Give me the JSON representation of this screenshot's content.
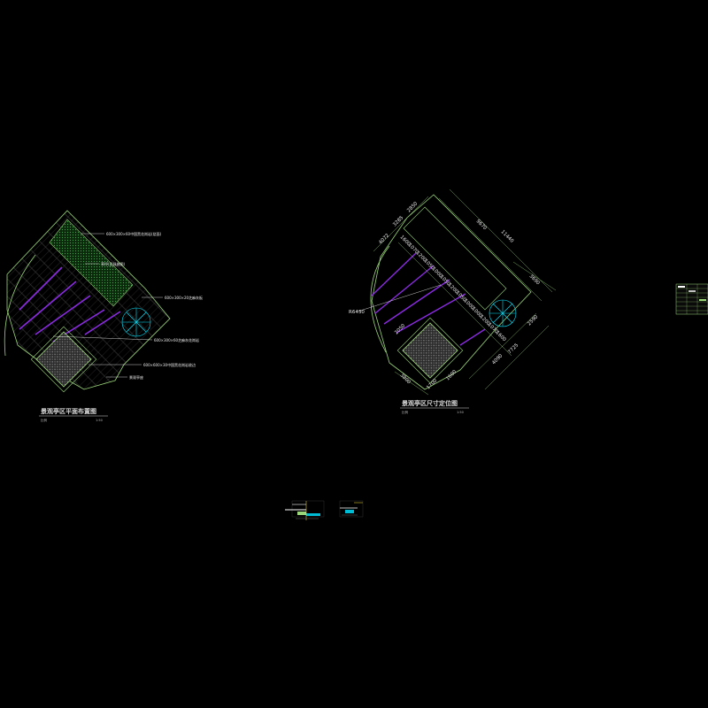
{
  "colors": {
    "background": "#000000",
    "outline": "#9bd67a",
    "leader": "#ffffff",
    "stripe": "#8a2be2",
    "umbrella": "#00e5ff",
    "hatch": "#6f6f6f",
    "grass": "#2e7d32"
  },
  "left_plan": {
    "title": "景观亭区平面布置图",
    "scale_text": "比例",
    "scale_value": "1:50",
    "notes": [
      "600×300×60中国黑花岗岩(烧面)",
      "草坪(见绿施图)",
      "600×300×20芝麻灰板",
      "600×300×60芝麻灰花岗岩",
      "600×600×30中国黑花岗岩收边",
      "景观亭座"
    ]
  },
  "right_plan": {
    "title": "景观亭区尺寸定位图",
    "scale_text": "比例",
    "scale_value": "1:50",
    "dims_top": [
      "4072",
      "3285",
      "2850"
    ],
    "dims_right": [
      "9670",
      "11440",
      "3690",
      "2590"
    ],
    "dims_right_lower": [
      "4090",
      "7725"
    ],
    "radius": "R6430",
    "dims_bottom": [
      "3800",
      "1700",
      "1600",
      "2050"
    ],
    "dims_diag": [
      "1600",
      "1070",
      "1200",
      "1050",
      "1000",
      "1050",
      "1200",
      "1050",
      "1000",
      "1000",
      "1200",
      "1070",
      "1600"
    ]
  }
}
